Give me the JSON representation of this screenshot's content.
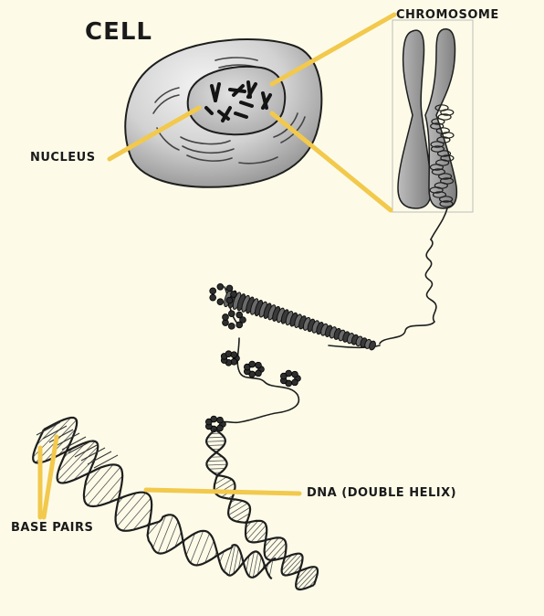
{
  "diagram": {
    "title": "CELL",
    "labels": {
      "chromosome": "CHROMOSOME",
      "nucleus": "NUCLEUS",
      "dna": "DNA (DOUBLE HELIX)",
      "base_pairs": "BASE PAIRS"
    },
    "colors": {
      "background": "#fdfbe8",
      "leader_line": "#f2c94c",
      "outline": "#1e1e1e",
      "cell_fill": "#d2d2d2",
      "nucleus_fill": "#c7c7c7",
      "chromosome_fill": "#9a9a9a"
    }
  }
}
